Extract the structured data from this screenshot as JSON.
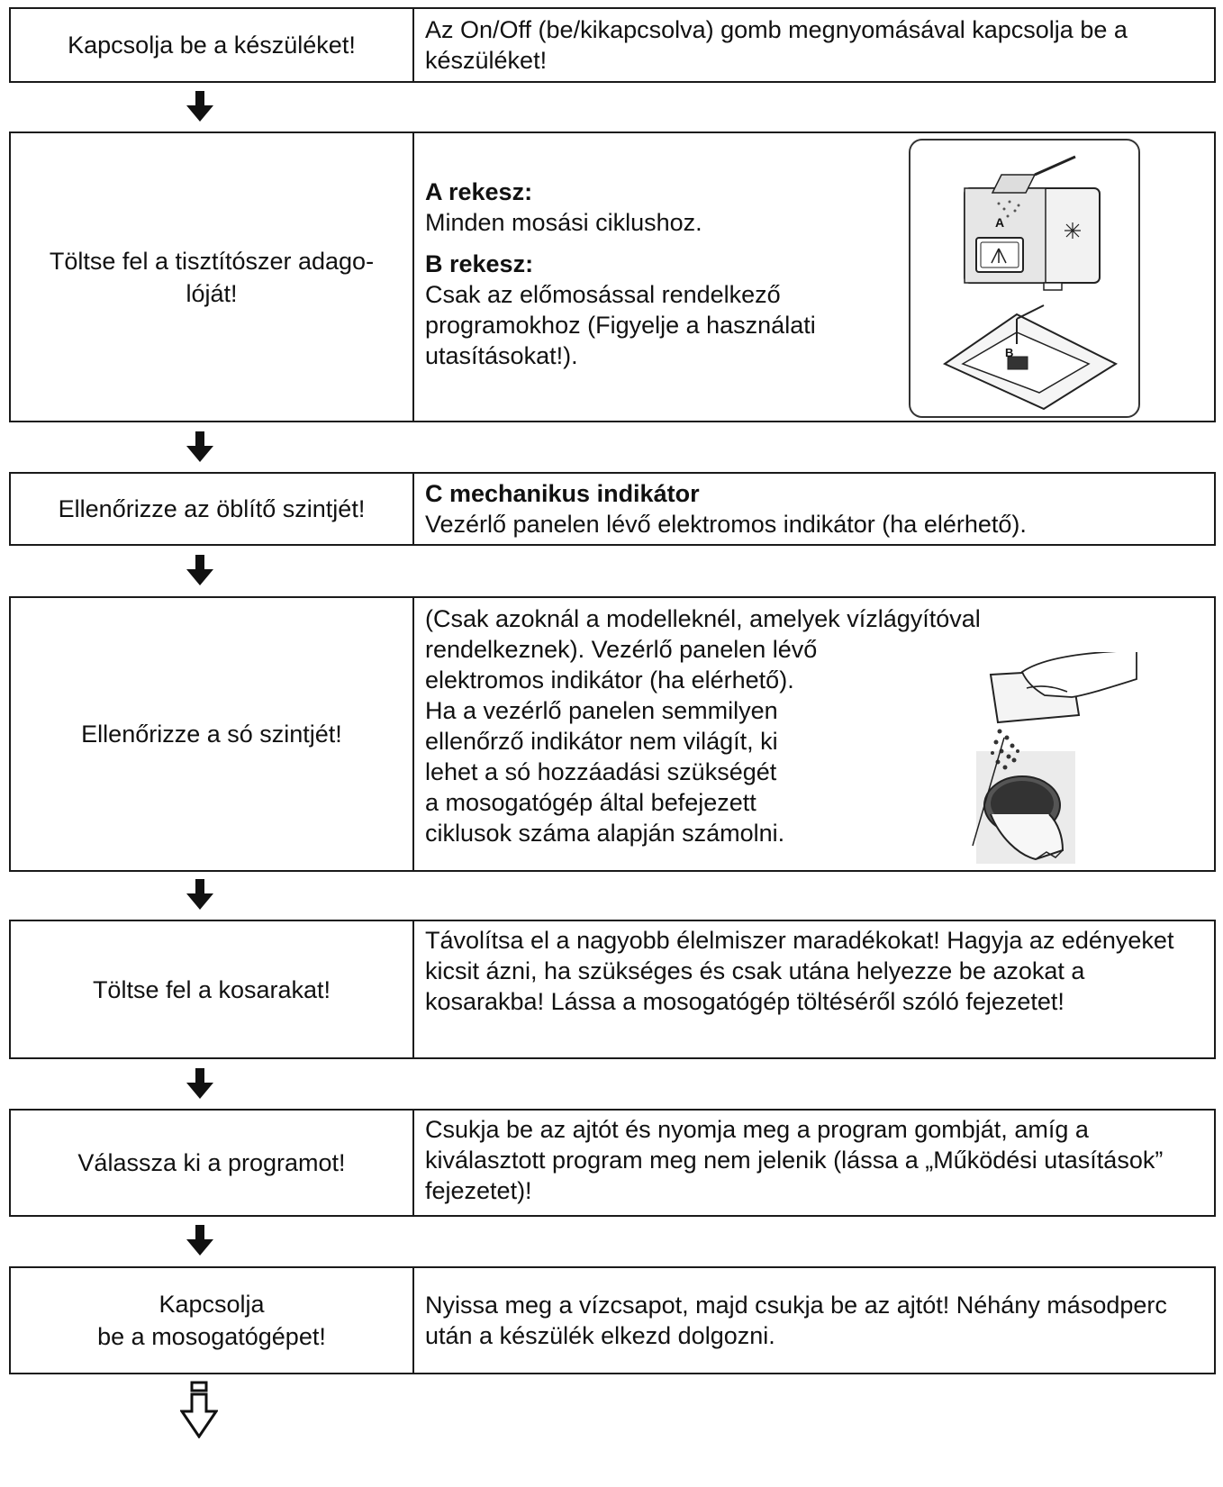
{
  "steps": [
    {
      "title": "Kapcsolja be a készüléket!",
      "text": "Az On/Off (be/kikapcsolva) gomb megnyomásával kapcsolja be a készüléket!"
    },
    {
      "title": "Töltse fel a tisztítószer adago-lóját!",
      "title_line1": "Töltse fel a tisztítószer adago-",
      "title_line2": "lóját!",
      "a_heading": "A rekesz:",
      "a_text": "Minden mosási ciklushoz.",
      "b_heading": "B rekesz:",
      "b_lines": [
        "Csak az előmosással rendelkező",
        "programokhoz (Figyelje a használati",
        "utasításokat!)."
      ],
      "illustration_label_a": "A",
      "illustration_label_b": "B"
    },
    {
      "title": "Ellenőrizze az öblítő szintjét!",
      "heading": "C mechanikus indikátor",
      "text": "Vezérlő panelen lévő elektromos indikátor (ha elérhető)."
    },
    {
      "title": "Ellenőrizze a só szintjét!",
      "lines": [
        "(Csak azoknál a modelleknél, amelyek vízlágyítóval",
        "rendelkeznek). Vezérlő panelen lévő",
        "elektromos indikátor (ha elérhető).",
        "Ha a vezérlő panelen semmilyen",
        "ellenőrző indikátor nem világít, ki",
        "lehet a só hozzáadási szükségét",
        "a mosogatógép által befejezett",
        "ciklusok száma alapján számolni."
      ]
    },
    {
      "title": "Töltse fel a kosarakat!",
      "text": "Távolítsa el a nagyobb élelmiszer maradékokat! Hagyja az edényeket kicsit ázni, ha szükséges és csak utána helyezze be azokat a kosarakba! Lássa a mosogatógép töltéséről szóló fejezetet!"
    },
    {
      "title": "Válassza ki a programot!",
      "text": "Csukja be az ajtót és nyomja meg a program gombját, amíg a kiválasztott program meg nem jelenik (lássa a „Működési utasítások” fejezetet)!"
    },
    {
      "title_line1": "Kapcsolja",
      "title_line2": "be a mosogatógépet!",
      "text": "Nyissa meg a vízcsapot, majd csukja be az ajtót! Néhány másodperc után a készülék elkezd dolgozni."
    }
  ],
  "icons": {
    "step_arrow": "down-arrow-filled",
    "final_arrow": "down-arrow-outline"
  },
  "colors": {
    "border": "#1a1a1a",
    "text": "#111111"
  }
}
